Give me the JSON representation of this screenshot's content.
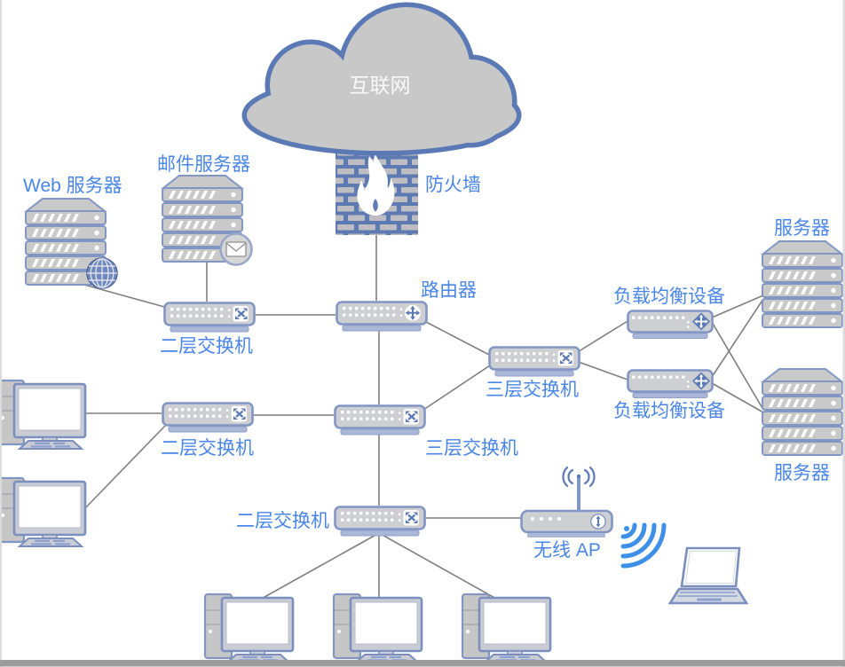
{
  "diagram_type": "network-topology",
  "colors": {
    "label_text": "#4a86e8",
    "cloud_text": "#f8f8f8",
    "cloud_fill": "#c8c8c8",
    "cloud_border": "#5b79b5",
    "device_fill": "#cdcfd3",
    "device_border": "#8296c4",
    "firewall_fill": "#5d7ab2",
    "brick_fill": "#bdbdc2",
    "connector_line": "#7f7f7f",
    "wifi_wave": "#3d8fe8",
    "bottom_bar": "#9c9c9c"
  },
  "nodes": {
    "internet": {
      "label": "互联网",
      "type": "cloud"
    },
    "firewall": {
      "label": "防火墙",
      "type": "firewall-brick-wall"
    },
    "web_server": {
      "label": "Web 服务器",
      "type": "server-stack-globe"
    },
    "mail_server": {
      "label": "邮件服务器",
      "type": "server-stack-envelope"
    },
    "router": {
      "label": "路由器",
      "type": "router"
    },
    "l2_switch_top": {
      "label": "二层交换机",
      "type": "switch"
    },
    "l2_switch_middle": {
      "label": "二层交换机",
      "type": "switch"
    },
    "l2_switch_bottom": {
      "label": "二层交换机",
      "type": "switch"
    },
    "l3_switch_right": {
      "label": "三层交换机",
      "type": "switch"
    },
    "l3_switch_center": {
      "label": "三层交换机",
      "type": "switch"
    },
    "load_balancer_top": {
      "label": "负载均衡设备",
      "type": "load-balancer"
    },
    "load_balancer_bottom": {
      "label": "负载均衡设备",
      "type": "load-balancer"
    },
    "server_rack_top": {
      "label": "服务器",
      "type": "server-stack"
    },
    "server_rack_bottom": {
      "label": "服务器",
      "type": "server-stack"
    },
    "wireless_ap": {
      "label": "无线 AP",
      "type": "access-point"
    },
    "workstation_left_1": {
      "type": "desktop-pc"
    },
    "workstation_left_2": {
      "type": "desktop-pc"
    },
    "workstation_bottom_1": {
      "type": "desktop-pc"
    },
    "workstation_bottom_2": {
      "type": "desktop-pc"
    },
    "workstation_bottom_3": {
      "type": "desktop-pc"
    },
    "laptop": {
      "type": "laptop"
    }
  },
  "edges": [
    {
      "from": "internet",
      "to": "firewall"
    },
    {
      "from": "firewall",
      "to": "router"
    },
    {
      "from": "web_server",
      "to": "l2_switch_top"
    },
    {
      "from": "mail_server",
      "to": "l2_switch_top"
    },
    {
      "from": "l2_switch_top",
      "to": "router"
    },
    {
      "from": "router",
      "to": "l3_switch_right"
    },
    {
      "from": "router",
      "to": "l3_switch_center"
    },
    {
      "from": "l3_switch_right",
      "to": "l3_switch_center"
    },
    {
      "from": "l3_switch_right",
      "to": "load_balancer_top"
    },
    {
      "from": "l3_switch_right",
      "to": "load_balancer_bottom"
    },
    {
      "from": "load_balancer_top",
      "to": "server_rack_top"
    },
    {
      "from": "load_balancer_top",
      "to": "server_rack_bottom"
    },
    {
      "from": "load_balancer_bottom",
      "to": "server_rack_top"
    },
    {
      "from": "load_balancer_bottom",
      "to": "server_rack_bottom"
    },
    {
      "from": "workstation_left_1",
      "to": "l2_switch_middle"
    },
    {
      "from": "workstation_left_2",
      "to": "l2_switch_middle"
    },
    {
      "from": "l2_switch_middle",
      "to": "l3_switch_center"
    },
    {
      "from": "l3_switch_center",
      "to": "l2_switch_bottom"
    },
    {
      "from": "l2_switch_bottom",
      "to": "wireless_ap"
    },
    {
      "from": "l2_switch_bottom",
      "to": "workstation_bottom_1"
    },
    {
      "from": "l2_switch_bottom",
      "to": "workstation_bottom_2"
    },
    {
      "from": "l2_switch_bottom",
      "to": "workstation_bottom_3"
    },
    {
      "from": "wireless_ap",
      "to": "laptop",
      "type": "wireless"
    }
  ]
}
